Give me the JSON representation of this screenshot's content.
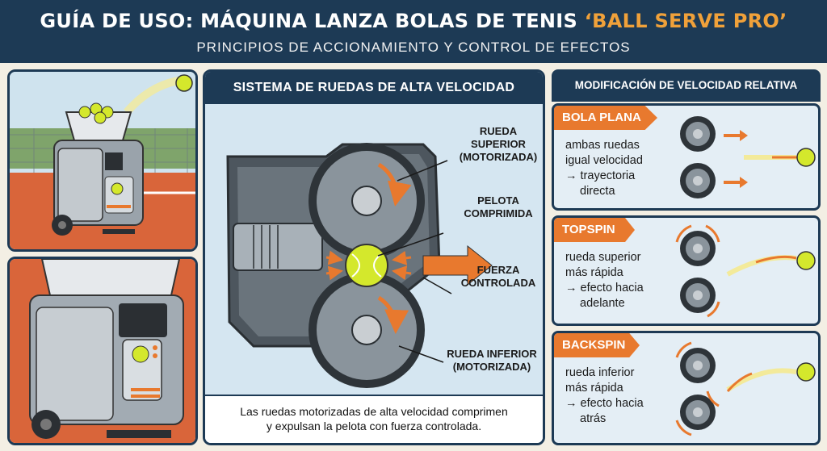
{
  "header": {
    "title_main": "GUÍA DE USO: MÁQUINA LANZA BOLAS DE TENIS ",
    "title_accent": "‘BALL SERVE PRO’",
    "subtitle": "PRINCIPIOS DE ACCIONAMIENTO Y CONTROL DE EFECTOS"
  },
  "center": {
    "heading": "SISTEMA DE RUEDAS DE ALTA VELOCIDAD",
    "label_top_wheel": [
      "RUEDA",
      "SUPERIOR",
      "(MOTORIZADA)"
    ],
    "label_ball": [
      "PELOTA",
      "COMPRIMIDA"
    ],
    "label_force": [
      "FUERZA",
      "CONTROLADA"
    ],
    "label_bottom_wheel": [
      "RUEDA INFERIOR",
      "(MOTORIZADA)"
    ],
    "caption": [
      "Las ruedas motorizadas de alta velocidad comprimen",
      "y expulsan la pelota con fuerza controlada."
    ]
  },
  "right": {
    "heading": "MODIFICACIÓN DE VELOCIDAD RELATIVA",
    "cards": [
      {
        "tag": "BOLA PLANA",
        "lines": [
          "ambas ruedas",
          "igual velocidad",
          "→ trayectoria",
          "directa"
        ]
      },
      {
        "tag": "TOPSPIN",
        "lines": [
          "rueda superior",
          "más rápida",
          "→ efecto hacia",
          "adelante"
        ]
      },
      {
        "tag": "BACKSPIN",
        "lines": [
          "rueda inferior",
          "más rápida",
          "→ efecto hacia",
          "atrás"
        ]
      }
    ]
  },
  "colors": {
    "navy": "#1d3a55",
    "orange": "#e8792e",
    "ball": "#d4e82c",
    "court": "#d9653a",
    "wheel": "#7d8790"
  }
}
